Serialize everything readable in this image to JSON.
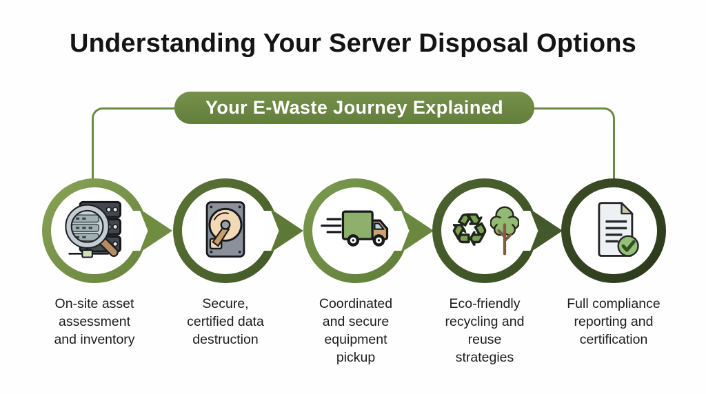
{
  "title": "Understanding Your Server Disposal Options",
  "banner": {
    "label": "Your E-Waste Journey Explained"
  },
  "steps": [
    {
      "icon": "asset-search-server-icon",
      "label": "On-site asset\nassessment\nand inventory"
    },
    {
      "icon": "hard-drive-destruction-icon",
      "label": "Secure,\ncertified data\ndestruction"
    },
    {
      "icon": "pickup-truck-icon",
      "label": "Coordinated\nand secure\nequipment\npickup"
    },
    {
      "icon": "recycling-tree-icon",
      "label": "Eco-friendly\nrecycling and\nreuse\nstrategies"
    },
    {
      "icon": "compliance-document-check-icon",
      "label": "Full compliance\nreporting and\ncertification"
    }
  ],
  "glyphs": {
    "recycle_symbol": "♻"
  },
  "theme": {
    "background": "#fefefe",
    "title_color": "#141414",
    "label_color": "#1c1c1c",
    "banner_green": "#6d8a45",
    "banner_text": "#ffffff",
    "ring_colors": [
      "#7d9a4e",
      "#50662e",
      "#6f8c44",
      "#435a2b",
      "#2e3c1f"
    ],
    "arrow_colors": [
      "#6f8c40",
      "#5e7936",
      "#6a8840",
      "#43592b"
    ],
    "icon_green": "#8fb06c",
    "icon_tan": "#c9a471",
    "icon_beige": "#f3d9b6",
    "check_green": "#94c077"
  }
}
